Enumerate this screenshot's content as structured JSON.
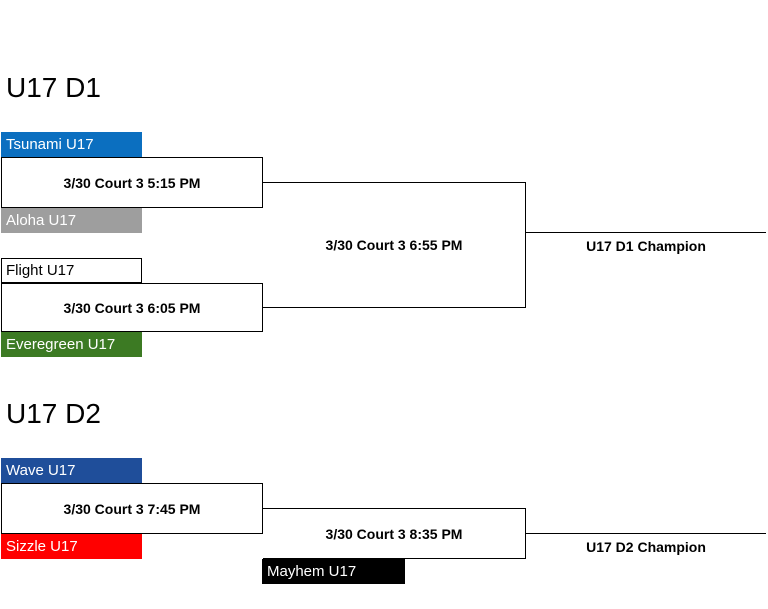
{
  "divisions": [
    {
      "title": "U17 D1",
      "teams": [
        {
          "name": "Tsunami U17",
          "color": "#0b6fc0"
        },
        {
          "name": "Aloha U17",
          "color": "#9e9e9e"
        },
        {
          "name": "Flight U17",
          "color": "#ffffff"
        },
        {
          "name": "Everegreen U17",
          "color": "#3c7a23"
        }
      ],
      "games": [
        {
          "label": "3/30 Court 3 5:15 PM"
        },
        {
          "label": "3/30 Court 3 6:05 PM"
        },
        {
          "label": "3/30 Court 3 6:55 PM"
        }
      ],
      "champion": "U17 D1 Champion"
    },
    {
      "title": "U17 D2",
      "teams": [
        {
          "name": "Wave U17",
          "color": "#1f4e9a"
        },
        {
          "name": "Sizzle U17",
          "color": "#ff0000"
        },
        {
          "name": "Mayhem U17",
          "color": "#000000"
        }
      ],
      "games": [
        {
          "label": "3/30 Court 3 7:45 PM"
        },
        {
          "label": "3/30 Court 3 8:35 PM"
        }
      ],
      "champion": "U17 D2 Champion"
    }
  ]
}
